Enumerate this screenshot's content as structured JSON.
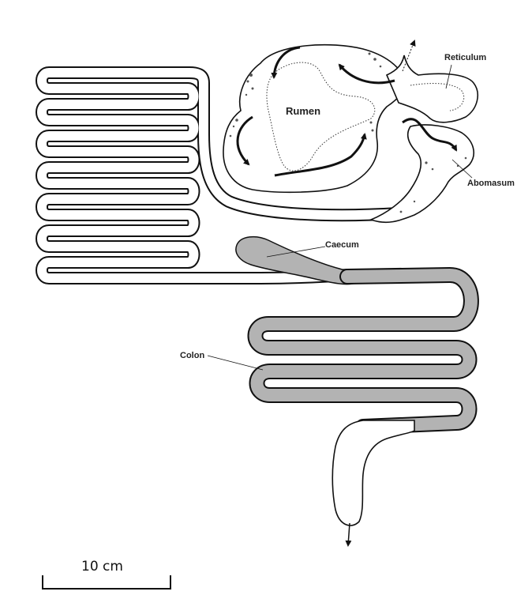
{
  "labels": {
    "reticulum": "Reticulum",
    "rumen": "Rumen",
    "abomasum": "Abomasum",
    "caecum": "Caecum",
    "colon": "Colon"
  },
  "scale_bar": {
    "label": "10 cm"
  },
  "colors": {
    "outline": "#111111",
    "hindgut_fill": "#b3b3b3",
    "foregut_fill": "#ffffff",
    "shade": "#555555"
  }
}
